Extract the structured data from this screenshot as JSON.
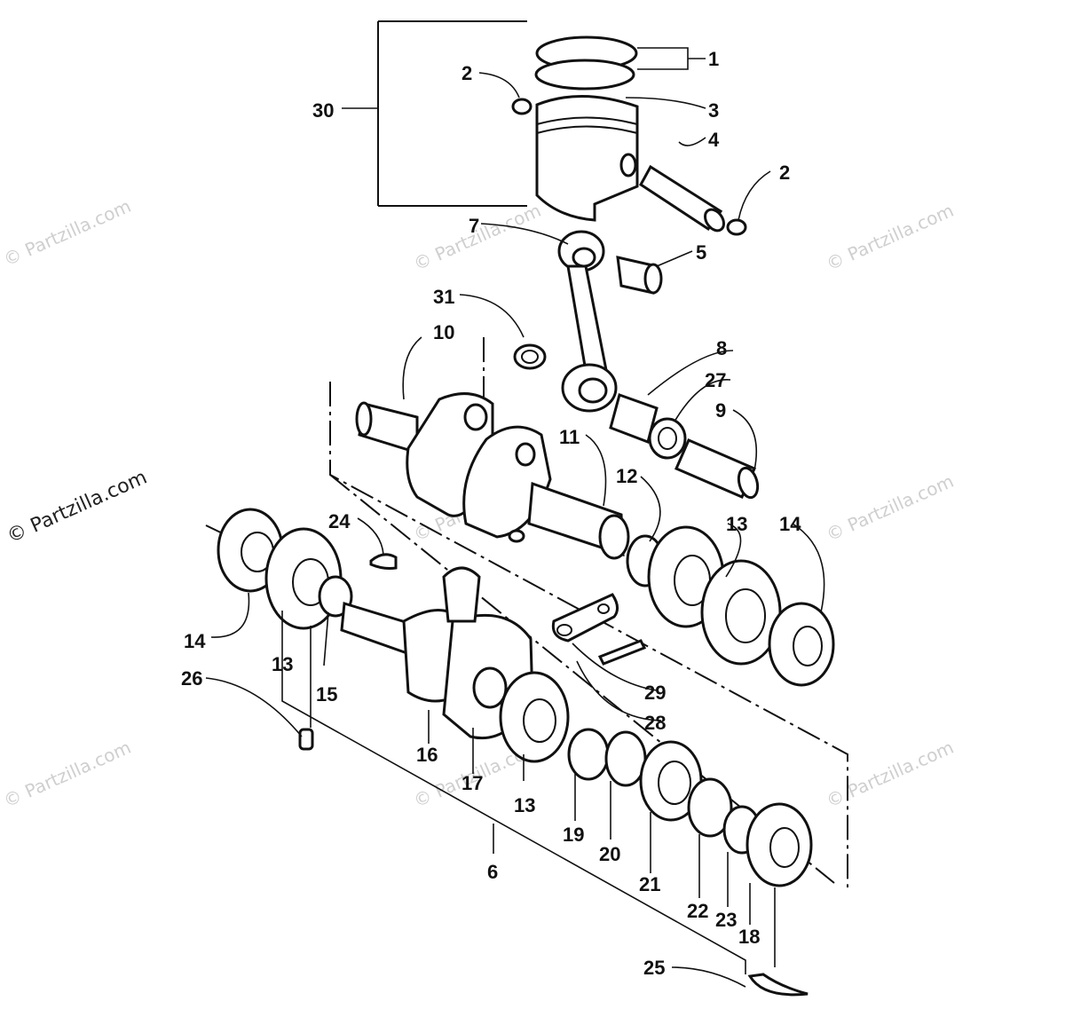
{
  "watermark": "© Partzilla.com",
  "callouts": {
    "c1": "1",
    "c2a": "2",
    "c2b": "2",
    "c3": "3",
    "c4": "4",
    "c5": "5",
    "c6": "6",
    "c7": "7",
    "c8": "8",
    "c9": "9",
    "c10": "10",
    "c11": "11",
    "c12": "12",
    "c13a": "13",
    "c13b": "13",
    "c13c": "13",
    "c14a": "14",
    "c14b": "14",
    "c15": "15",
    "c16": "16",
    "c17": "17",
    "c18": "18",
    "c19": "19",
    "c20": "20",
    "c21": "21",
    "c22": "22",
    "c23": "23",
    "c24": "24",
    "c25": "25",
    "c26": "26",
    "c27": "27",
    "c28": "28",
    "c29": "29",
    "c30": "30",
    "c31": "31"
  }
}
